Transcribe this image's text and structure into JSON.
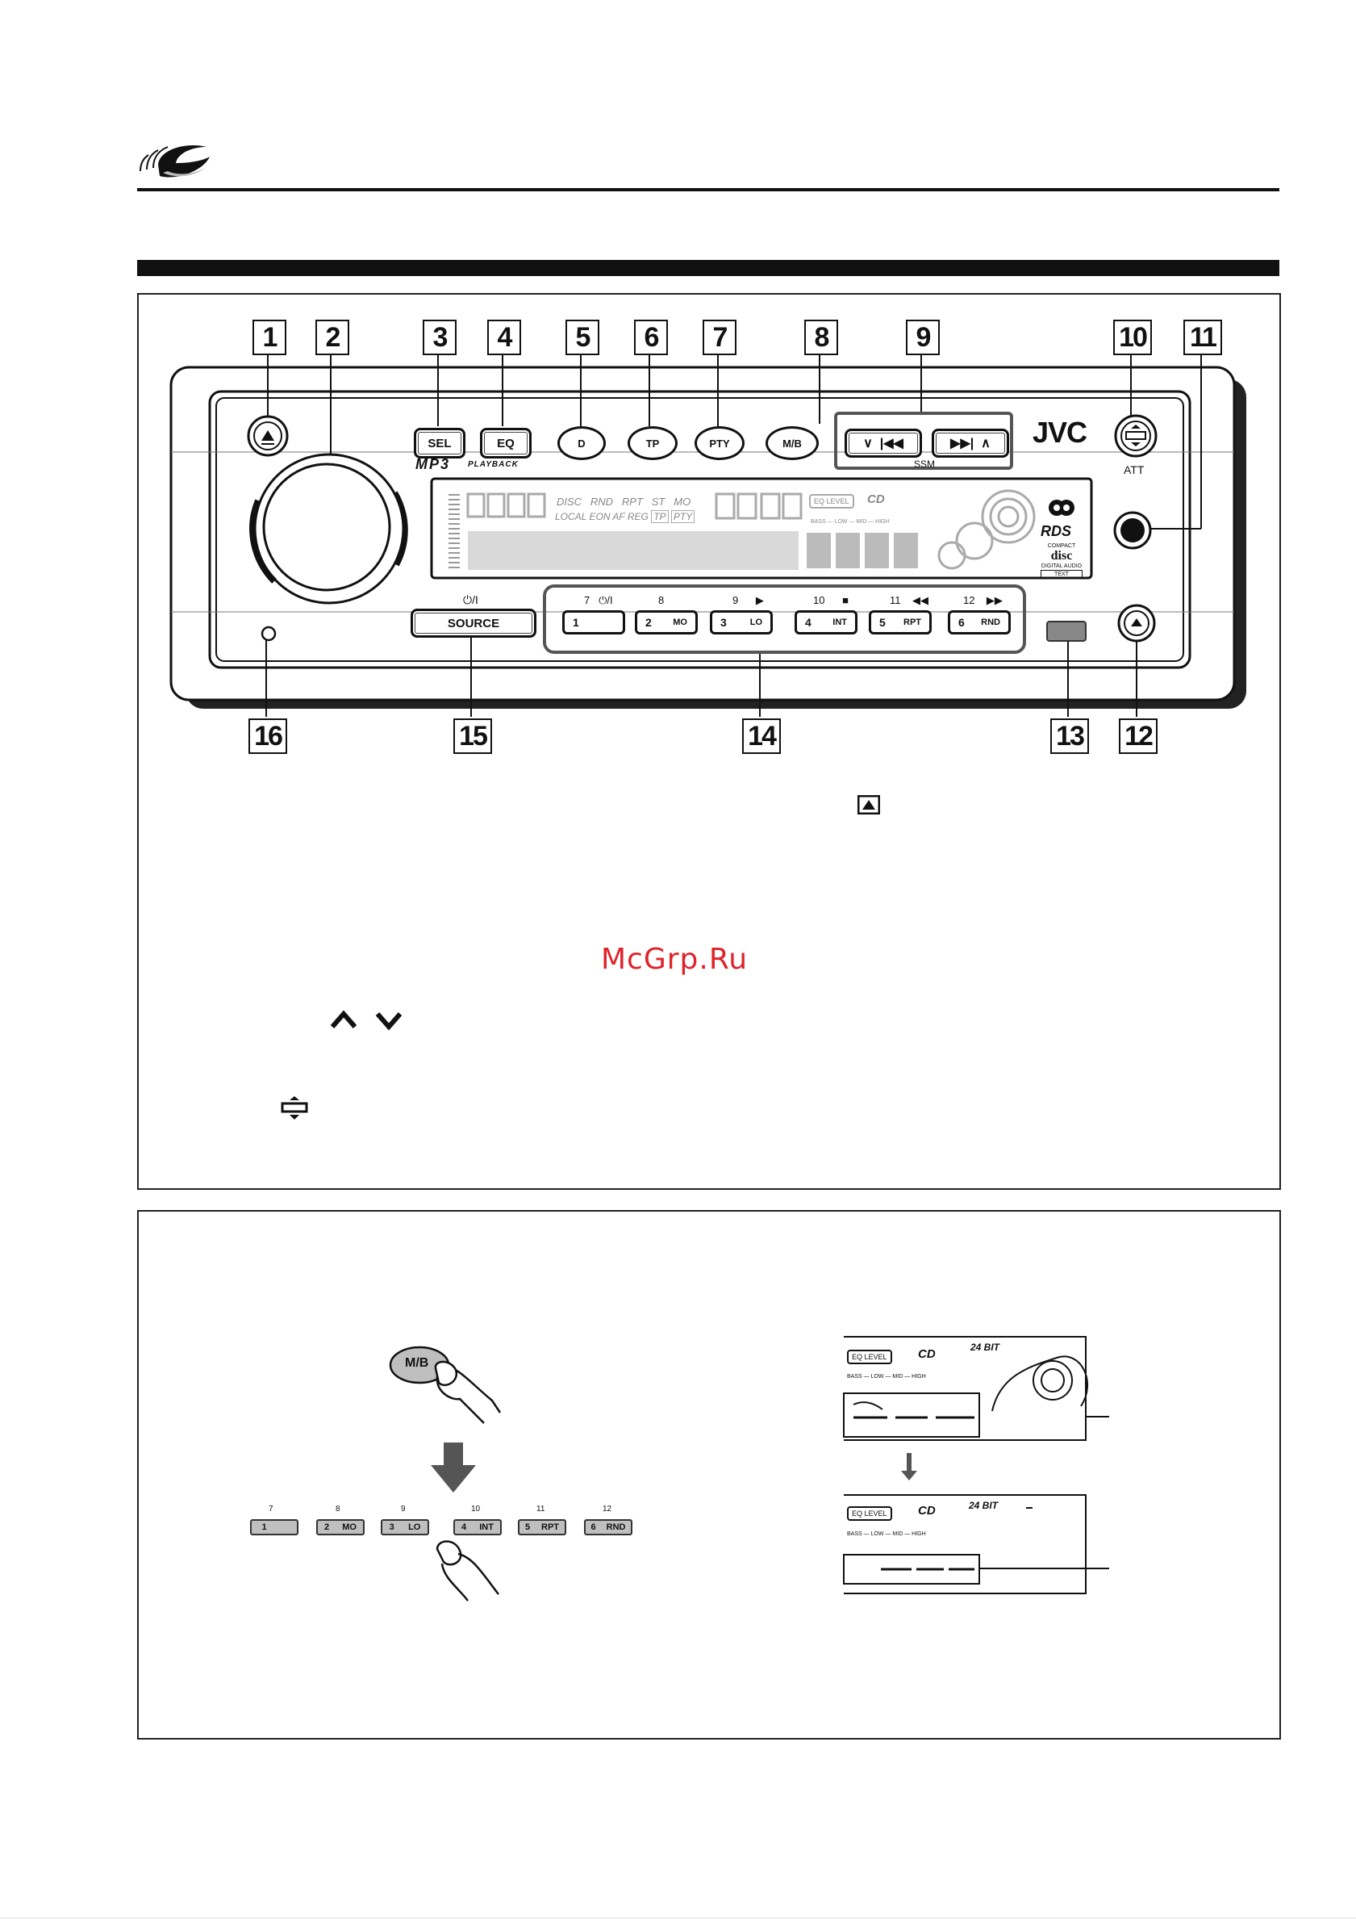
{
  "watermark": "McGrp.Ru",
  "brand": "JVC",
  "mp3_label": "MP3",
  "playback_label": "PLAYBACK",
  "callouts": [
    "1",
    "2",
    "3",
    "4",
    "5",
    "6",
    "7",
    "8",
    "9",
    "10",
    "11",
    "12",
    "13",
    "14",
    "15",
    "16"
  ],
  "buttons": {
    "sel": "SEL",
    "eq": "EQ",
    "d": "D",
    "tp": "TP",
    "pty": "PTY",
    "mb": "M/B",
    "ssm": "SSM",
    "att": "ATT",
    "source": "SOURCE",
    "power_symbol": "⏻/I"
  },
  "presets": [
    {
      "top": "7",
      "top_symbol": "⏻/I",
      "num": "1",
      "label": ""
    },
    {
      "top": "8",
      "top_symbol": "",
      "num": "2",
      "label": "MO"
    },
    {
      "top": "9",
      "top_symbol": "▶",
      "num": "3",
      "label": "LO"
    },
    {
      "top": "10",
      "top_symbol": "■",
      "num": "4",
      "label": "INT"
    },
    {
      "top": "11",
      "top_symbol": "◀◀",
      "num": "5",
      "label": "RPT"
    },
    {
      "top": "12",
      "top_symbol": "▶▶",
      "num": "6",
      "label": "RND"
    }
  ],
  "display": {
    "disc": "DISC",
    "rnd": "RND",
    "rpt": "RPT",
    "st": "ST",
    "mo": "MO",
    "local": "LOCAL",
    "eon": "EON",
    "af": "AF",
    "reg": "REG",
    "tp": "TP",
    "pty": "PTY",
    "eq_level": "EQ LEVEL",
    "cd": "CD",
    "bass": "BASS",
    "low": "LOW",
    "mid": "MID",
    "high": "HIGH",
    "rds": "RDS",
    "compact": "COMPACT",
    "disc_logo": "disc",
    "digital_audio": "DIGITAL AUDIO",
    "text": "TEXT"
  },
  "fig2": {
    "mb_label": "M/B",
    "bit_label": "24 BIT",
    "eq_level": "EQ LEVEL",
    "cd": "CD",
    "bass": "BASS",
    "low": "LOW",
    "mid": "MID",
    "high": "HIGH",
    "presets": [
      {
        "top": "7",
        "num": "1",
        "label": ""
      },
      {
        "top": "8",
        "num": "2",
        "label": "MO"
      },
      {
        "top": "9",
        "num": "3",
        "label": "LO"
      },
      {
        "top": "10",
        "num": "4",
        "label": "INT"
      },
      {
        "top": "11",
        "num": "5",
        "label": "RPT"
      },
      {
        "top": "12",
        "num": "6",
        "label": "RND"
      }
    ]
  },
  "colors": {
    "watermark": "#e0232a",
    "ink": "#111111",
    "gray_button": "#bfbfbf"
  }
}
